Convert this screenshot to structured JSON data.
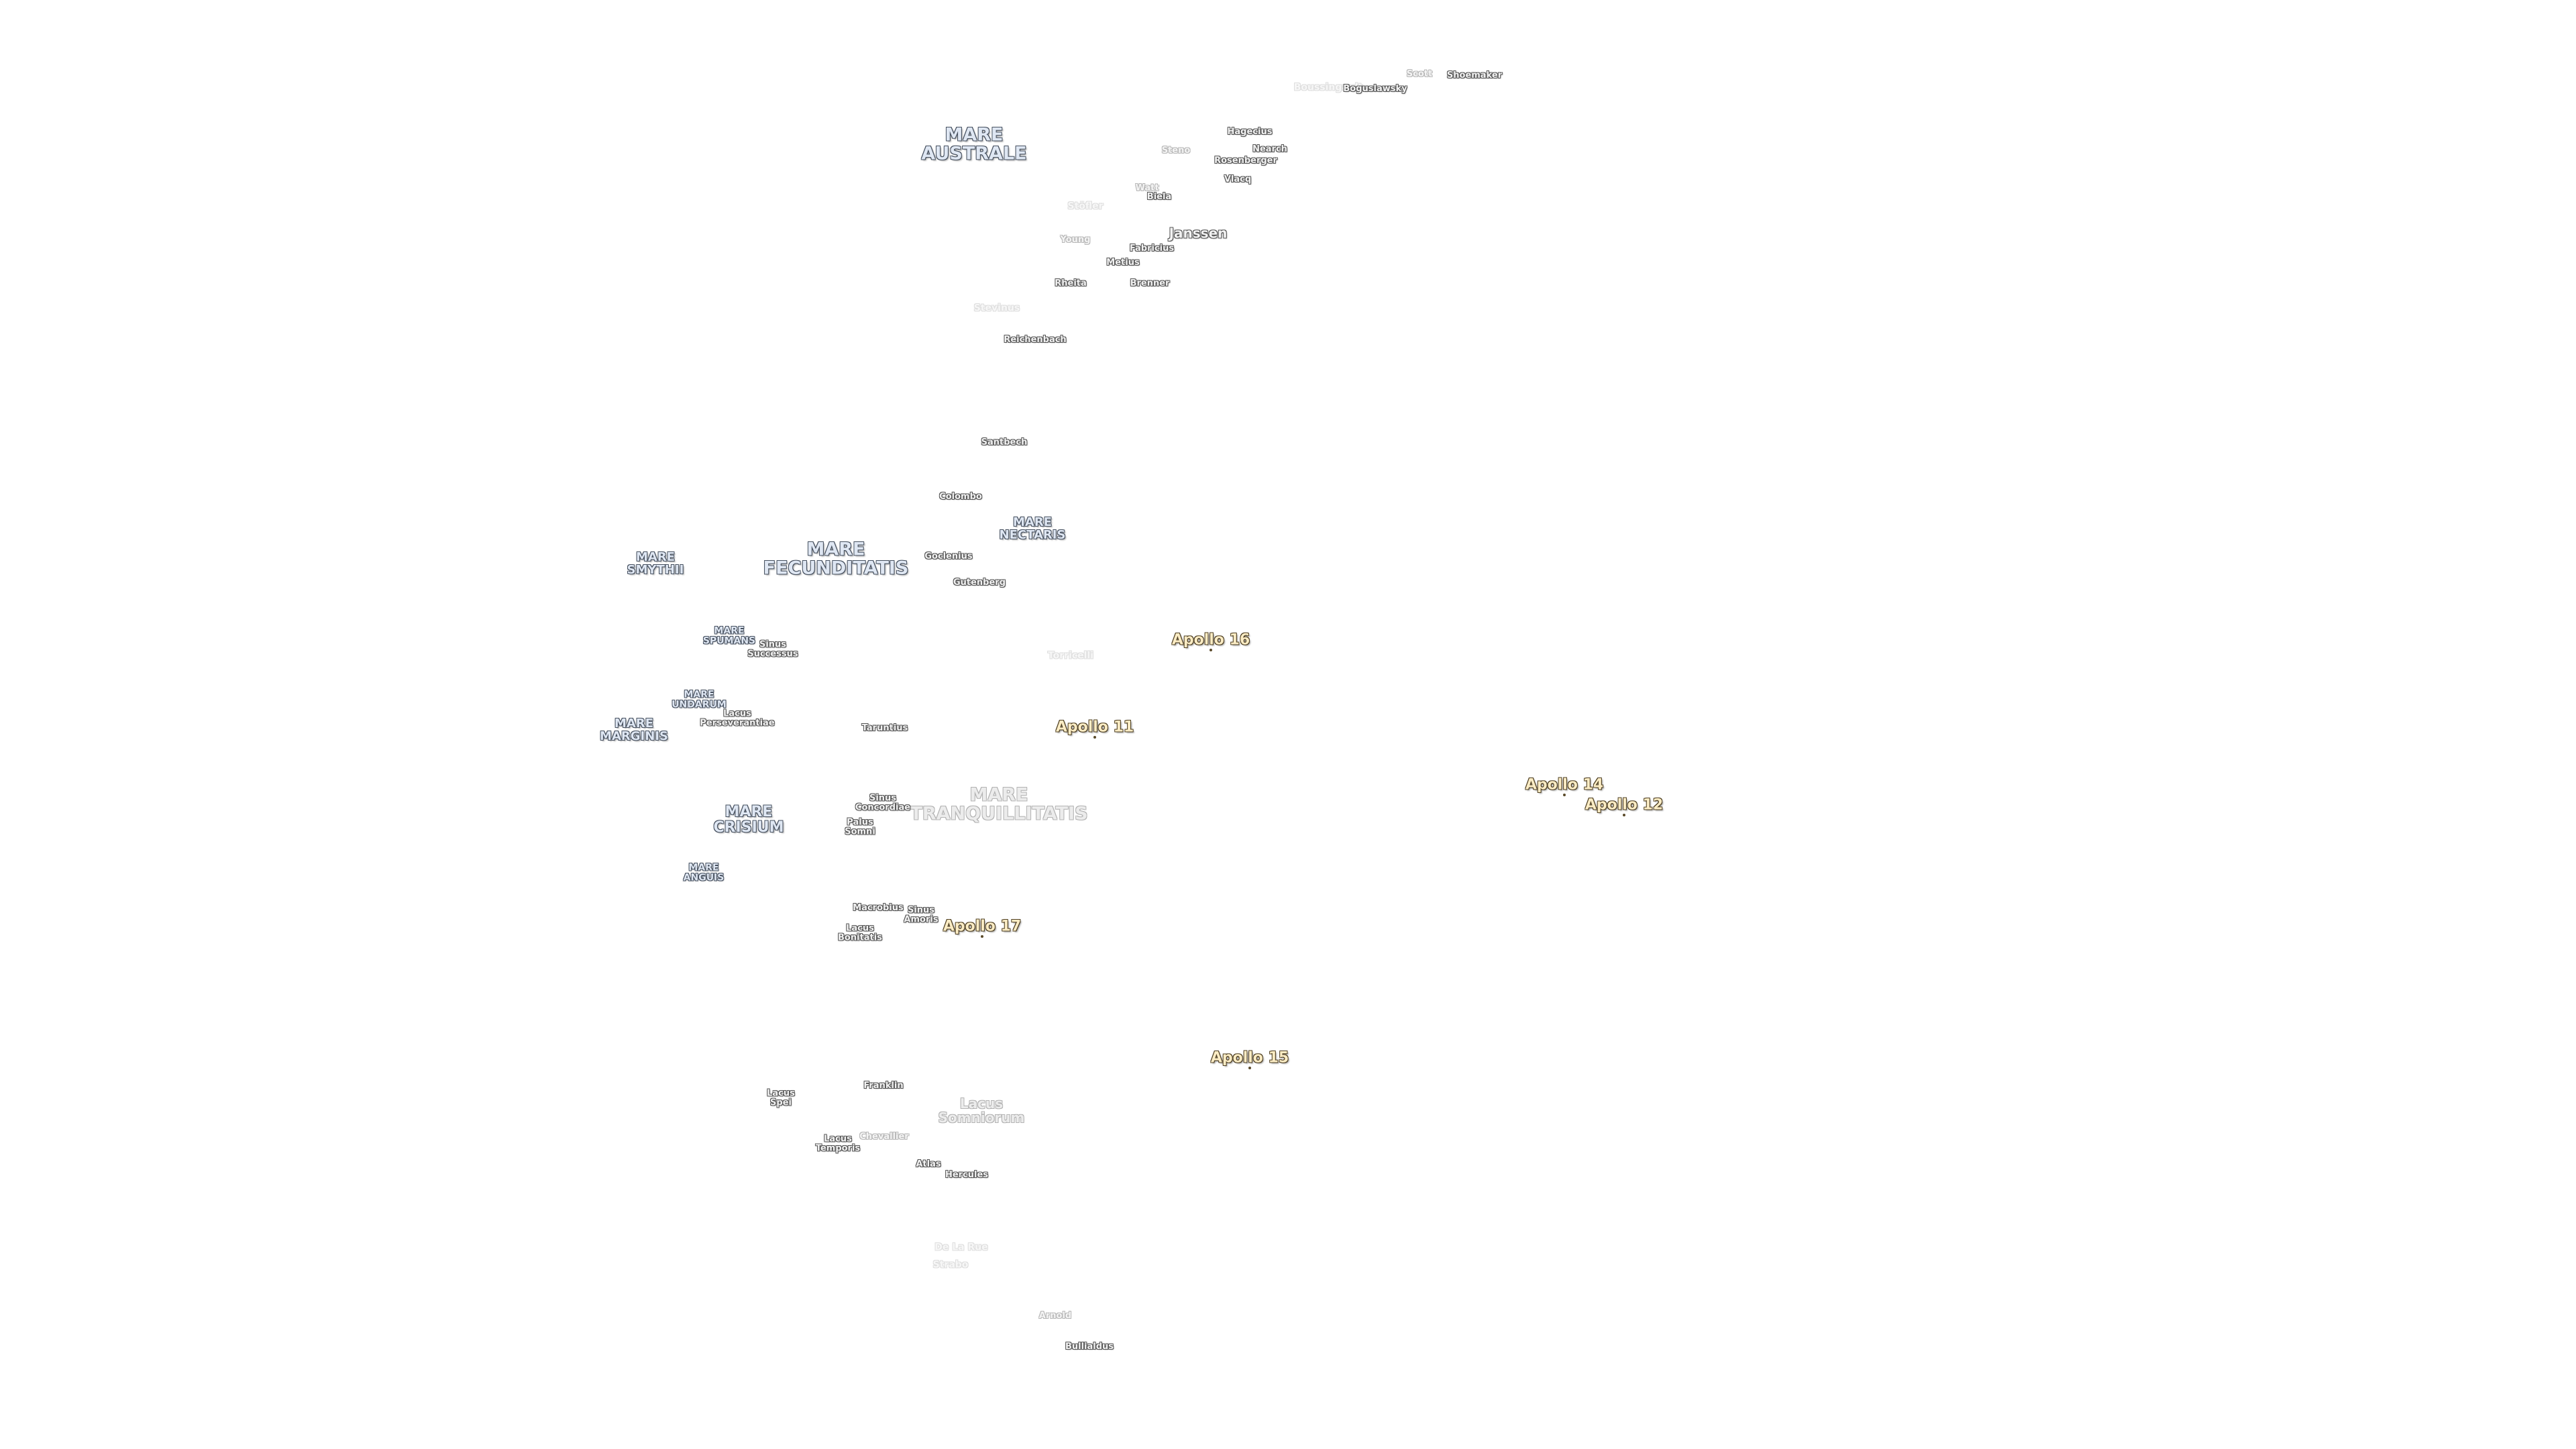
{
  "map": {
    "maria": {
      "australe": "MARE\nAUSTRALE",
      "fecunditatis": "MARE\nFECUNDITATIS",
      "smythii": "MARE\nSMYTHII",
      "nectaris": "MARE\nNECTARIS",
      "spumans": "MARE\nSPUMANS",
      "undarum": "MARE\nUNDARUM",
      "marginis": "MARE\nMARGINIS",
      "crisium": "MARE\nCRISIUM",
      "anguis": "MARE\nANGUIS",
      "tranquillitatis": "MARE\nTRANQUILLITATIS",
      "sinus_successus": "Sinus\nSuccessus",
      "lacus_perseverantiae": "Lacus\nPerseverantiae",
      "sinus_concordiae": "Sinus\nConcordiae",
      "palus_somni": "Palus\nSomni",
      "sinus_amoris": "Sinus\nAmoris",
      "lacus_bonitatis": "Lacus\nBonitatis",
      "lacus_spei": "Lacus\nSpei",
      "lacus_temporis": "Lacus\nTemporis",
      "lacus_somniorum": "Lacus\nSomniorum"
    },
    "craters": {
      "scott": "Scott",
      "shoemaker": "Shoemaker",
      "boussingault": "Boussingault",
      "boguslawsky": "Boguslawsky",
      "hagecius": "Hagecius",
      "steno": "Steno",
      "nearch": "Nearch",
      "rosenberger": "Rosenberger",
      "vlacq": "Vlacq",
      "watt": "Watt",
      "biela": "Biela",
      "stoefler": "Stöfler",
      "janssen": "Janssen",
      "young": "Young",
      "fabricius": "Fabricius",
      "metius": "Metius",
      "rheita": "Rheita",
      "brenner": "Brenner",
      "stevinus": "Stevinus",
      "reichenbach": "Reichenbach",
      "santbech": "Santbech",
      "colombo": "Colombo",
      "goclenius": "Goclenius",
      "gutenberg": "Gutenberg",
      "taruntius": "Taruntius",
      "macrobius": "Macrobius",
      "franklin": "Franklin",
      "chevallier": "Chevallier",
      "atlas": "Atlas",
      "hercules": "Hercules",
      "de_la_rue": "De La Rue",
      "strabo": "Strabo",
      "arnold": "Arnold",
      "bullialdus": "Bullialdus",
      "faint_1": "Torricelli"
    },
    "apollo": {
      "a16": "Apollo 16",
      "a11": "Apollo 11",
      "a14": "Apollo 14",
      "a12": "Apollo 12",
      "a17": "Apollo 17",
      "a15": "Apollo 15"
    }
  },
  "colors": {
    "mare_fill": "#dfe7f3",
    "mare_outline": "#46505f",
    "crater_fill": "#f2f2f2",
    "apollo_fill": "#fbecc4",
    "apollo_outline": "#4e3f22",
    "background": "#ffffff"
  }
}
